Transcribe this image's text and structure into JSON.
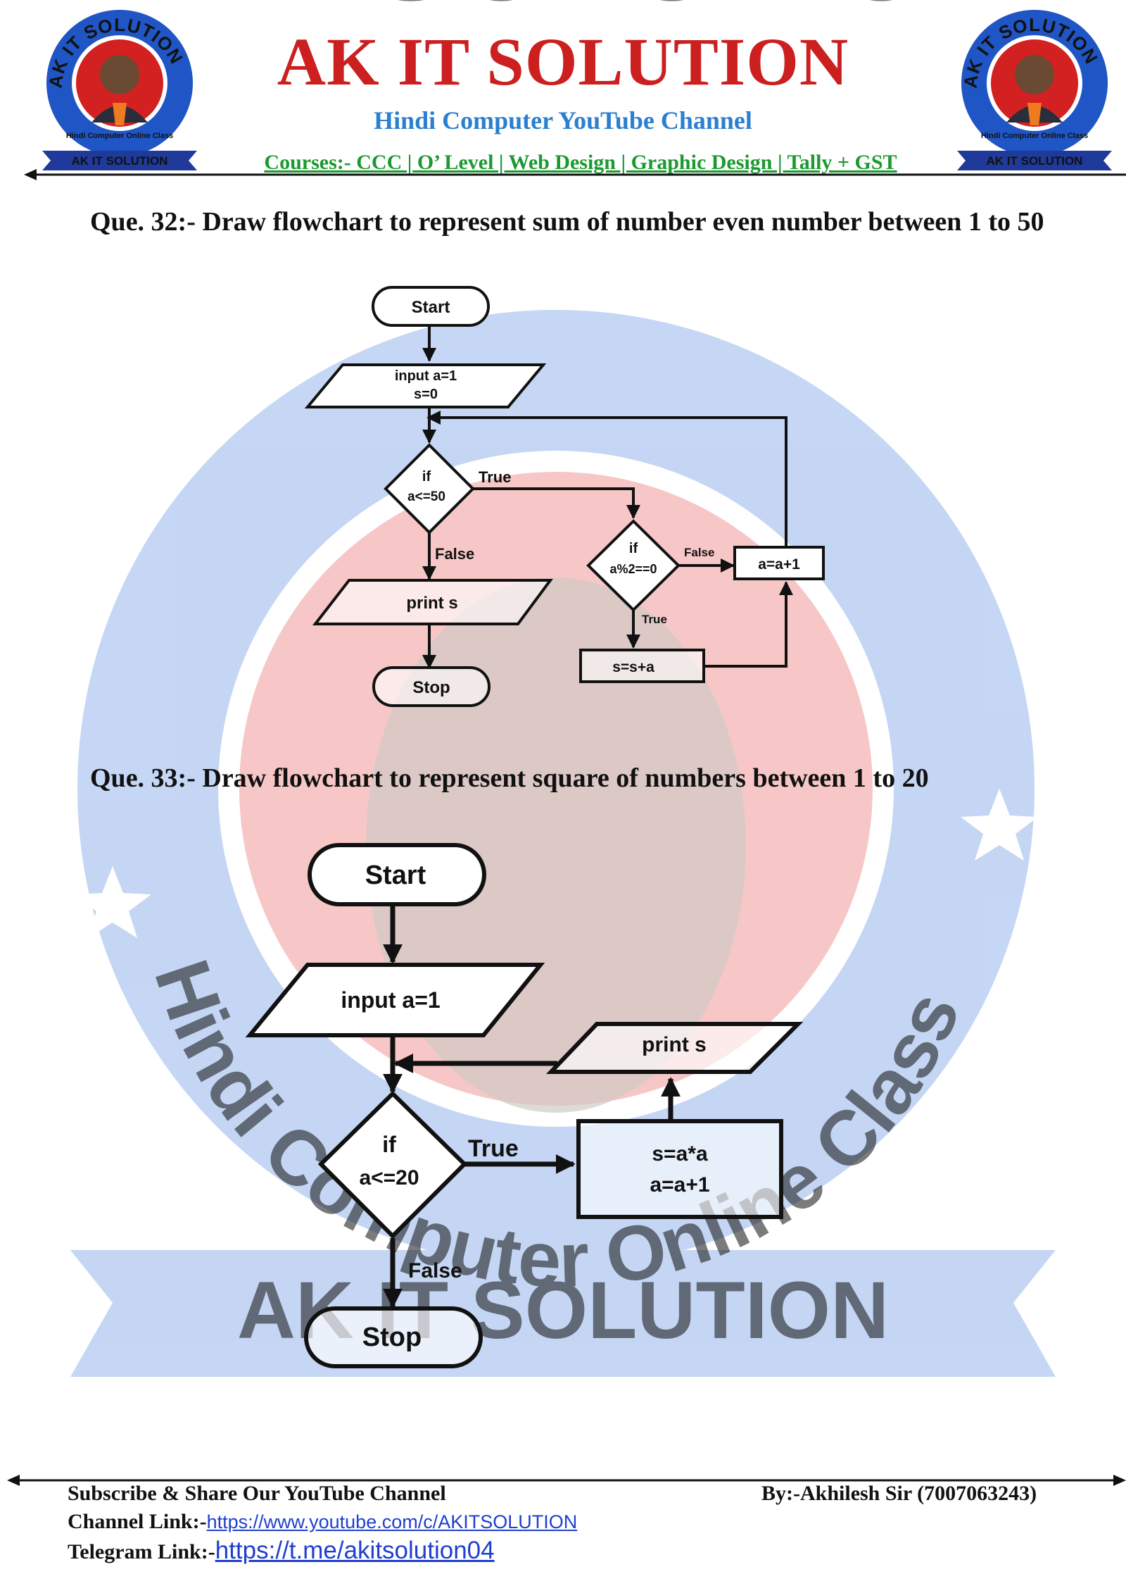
{
  "header": {
    "title": "AK IT SOLUTION",
    "subtitle": "Hindi Computer YouTube Channel",
    "courses": "Courses:- CCC | O’ Level | Web Design | Graphic Design | Tally + GST",
    "logo": {
      "ring_text": "AK IT SOLUTION",
      "inner_text": "Hindi Computer Online Class",
      "ribbon_text": "AK IT SOLUTION"
    }
  },
  "watermark": {
    "arc_text": "AK IT SOLUTION",
    "lower_text": "Hindi Computer Online Class",
    "ribbon_text": "AK IT SOLUTION"
  },
  "questions": [
    {
      "label": "Que. 32:-",
      "text": " Draw flowchart to represent sum of number even number between 1 to 50",
      "flowchart": {
        "start": "Start",
        "input_line1": "input a=1",
        "input_line2": "s=0",
        "decision1_line1": "if",
        "decision1_line2": "a<=50",
        "decision1_true": "True",
        "decision1_false": "False",
        "output": "print s",
        "stop": "Stop",
        "decision2_line1": "if",
        "decision2_line2": "a%2==0",
        "decision2_false": "False",
        "decision2_true": "True",
        "increment": "a=a+1",
        "sum": "s=s+a"
      }
    },
    {
      "label": "Que. 33:-",
      "text": " Draw flowchart to represent square of numbers between 1 to 20",
      "flowchart": {
        "start": "Start",
        "input": "input a=1",
        "output": "print s",
        "decision_line1": "if",
        "decision_line2": "a<=20",
        "decision_true": "True",
        "process_line1": "s=a*a",
        "process_line2": "a=a+1",
        "decision_false": "False",
        "stop": "Stop"
      }
    }
  ],
  "footer": {
    "subscribe": "Subscribe & Share Our YouTube Channel",
    "author": "By:-Akhilesh Sir (7007063243)",
    "channel_label": "Channel Link:-",
    "channel_url": "https://www.youtube.com/c/AKITSOLUTION",
    "telegram_label": "Telegram Link:-",
    "telegram_url": "https://t.me/akitsolution04"
  }
}
